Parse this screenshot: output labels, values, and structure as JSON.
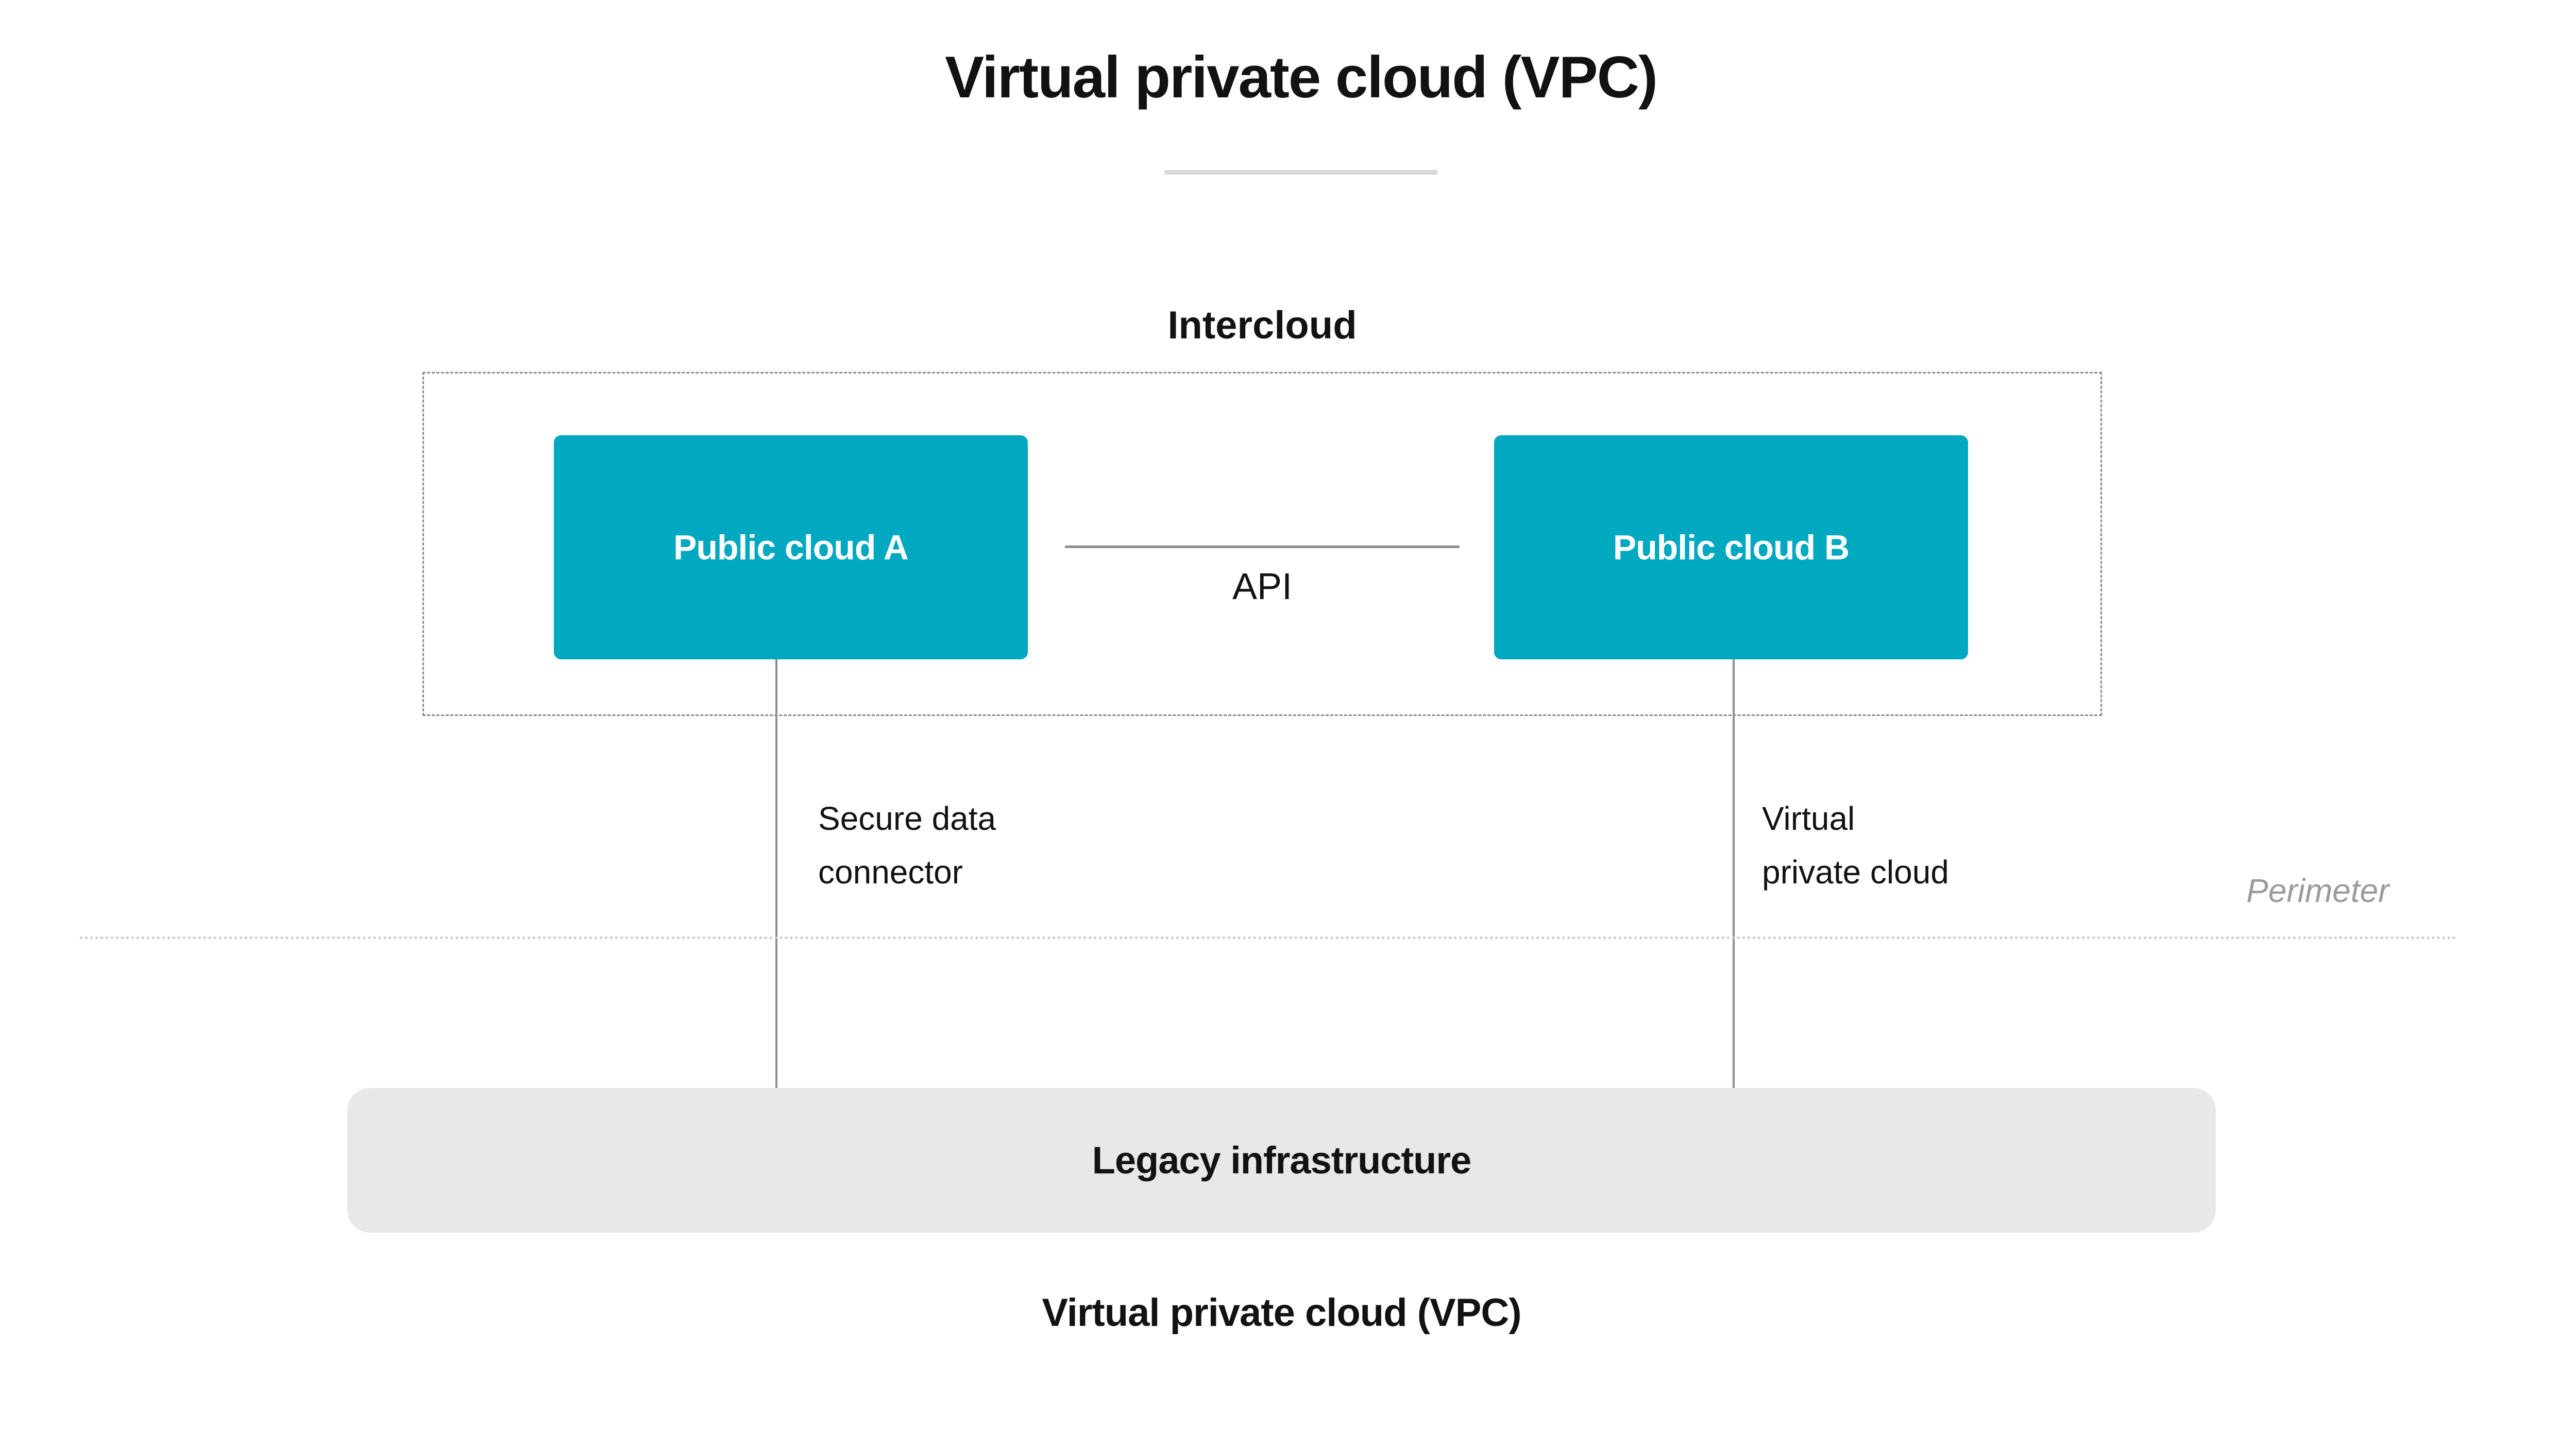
{
  "header": {
    "title": "Virtual private cloud (VPC)"
  },
  "diagram": {
    "intercloud": {
      "label": "Intercloud",
      "node_a_label": "Public cloud A",
      "node_b_label": "Public cloud B",
      "api_label": "API"
    },
    "left_connector_label": "Secure data\nconnector",
    "right_connector_label": "Virtual\nprivate cloud",
    "perimeter_label": "Perimeter",
    "legacy_label": "Legacy infrastructure"
  },
  "footer": {
    "label": "Virtual private cloud (VPC)"
  },
  "colors": {
    "node_fill": "#00a8c0",
    "node_text": "#ffffff",
    "text": "#121212",
    "connector_line": "#8f8f8f",
    "dashed_border": "#8a8a8a",
    "perimeter_line": "#c9c9c9",
    "perimeter_text": "#9b9b9b",
    "legacy_fill": "#e8e8e8",
    "divider": "#d8d8d8"
  }
}
